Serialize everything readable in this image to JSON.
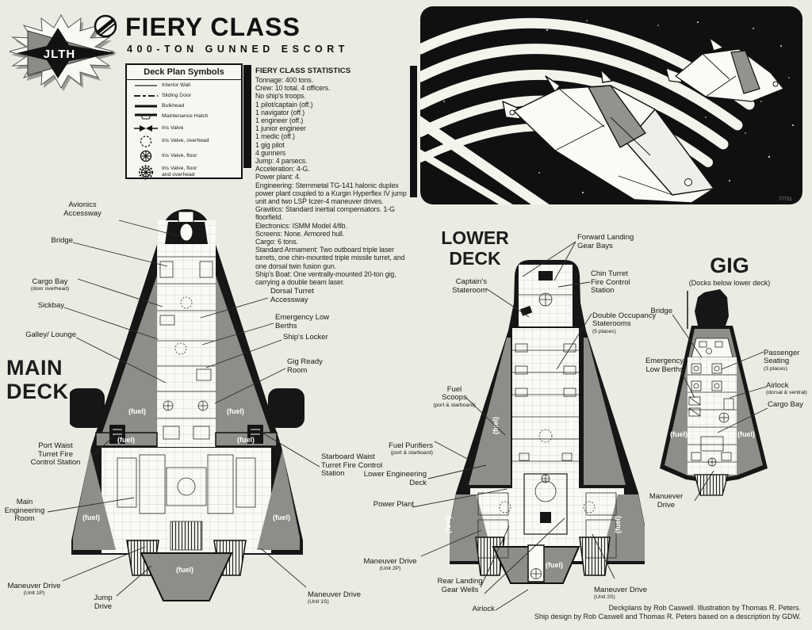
{
  "header": {
    "title": "FIERY CLASS",
    "subtitle": "400-TON GUNNED ESCORT",
    "logo_glyphs": "JLTH"
  },
  "legend": {
    "title": "Deck Plan Symbols",
    "items": [
      {
        "icon": "interior-wall-symbol",
        "label": "Interior Wall"
      },
      {
        "icon": "sliding-door-symbol",
        "label": "Sliding Door"
      },
      {
        "icon": "bulkhead-symbol",
        "label": "Bulkhead"
      },
      {
        "icon": "maintenance-hatch-symbol",
        "label": "Maintenance Hatch"
      },
      {
        "icon": "iris-valve-symbol",
        "label": "Iris Valve"
      },
      {
        "icon": "iris-valve-overhead-symbol",
        "label": "Iris Valve, overhead"
      },
      {
        "icon": "iris-valve-floor-symbol",
        "label": "Iris Valve, floor"
      },
      {
        "icon": "iris-valve-floor-overhead-symbol",
        "label": "Iris Valve, floor\nand overhead"
      }
    ]
  },
  "stats": {
    "title": "FIERY CLASS STATISTICS",
    "body": "Tonnage: 400 tons.\nCrew: 10 total. 4 officers.\nNo ship's troops.\n 1 pilot/captain (off.)\n 1 navigator (off.)\n 1 engineer (off.)\n 1 junior engineer\n 1 medic (off.)\n 1 gig pilot\n 4 gunners\nJump: 4 parsecs.\nAcceleration: 4-G.\nPower plant: 4.\nEngineering: Sternmetal TG-141 halonic duplex power plant coupled to a Kurgin Hyperflex IV jump unit and two LSP Iczer-4 maneuver drives.\nGravitics: Standard inertial compensators. 1-G floorfield.\nElectronics: ISMM Model 4/fib.\nScreens: None. Armored hull.\nCargo: 6 tons.\nStandard Armament: Two outboard triple laser turrets, one chin-mounted triple missile turret, and one dorsal twin fusion gun.\nShip's Boat: One ventrally-mounted 20-ton gig, carrying a double beam laser."
  },
  "illustration": {
    "signature": "77731"
  },
  "colors": {
    "paper": "#ecebe3",
    "ink": "#111111",
    "fuel_grey": "#8e8d89"
  },
  "main_deck": {
    "heading": "MAIN\nDECK",
    "fuel_label": "(fuel)",
    "labels": {
      "avionics": {
        "text": "Avionics\nAccessway"
      },
      "bridge": {
        "text": "Bridge"
      },
      "cargo_bay": {
        "text": "Cargo Bay",
        "sub": "(door overhead)"
      },
      "sickbay": {
        "text": "Sickbay"
      },
      "galley": {
        "text": "Galley/ Lounge"
      },
      "port_waist": {
        "text": "Port Waist\nTurret Fire\nControl Station"
      },
      "main_engineering": {
        "text": "Main\nEngineering\nRoom"
      },
      "maneuver_1p": {
        "text": "Maneuver Drive",
        "sub": "(Unit 1P)"
      },
      "jump_drive": {
        "text": "Jump\nDrive"
      },
      "dorsal_turret": {
        "text": "Dorsal Turret\nAccessway"
      },
      "emergency_low_berths": {
        "text": "Emergency Low\nBerths"
      },
      "ships_locker": {
        "text": "Ship's Locker"
      },
      "gig_ready": {
        "text": "Gig Ready\nRoom"
      },
      "starboard_waist": {
        "text": "Starboard Waist\nTurret Fire Control\nStation"
      },
      "maneuver_1s": {
        "text": "Maneuver Drive",
        "sub": "(Unit 1S)"
      }
    }
  },
  "lower_deck": {
    "heading": "LOWER\nDECK",
    "fuel_label": "(fuel)",
    "labels": {
      "captains_stateroom": {
        "text": "Captain's\nStateroom"
      },
      "fuel_scoops": {
        "text": "Fuel\nScoops",
        "sub": "(port & starboard)"
      },
      "fuel_purifiers": {
        "text": "Fuel Purifiers",
        "sub": "(port & starboard)"
      },
      "lower_engineering": {
        "text": "Lower Engineering\nDeck"
      },
      "power_plant": {
        "text": "Power Plant"
      },
      "maneuver_2p": {
        "text": "Maneuver Drive",
        "sub": "(Unit 2P)"
      },
      "rear_landing": {
        "text": "Rear Landing\nGear Wells"
      },
      "airlock": {
        "text": "Airlock"
      },
      "forward_landing": {
        "text": "Forward Landing\nGear Bays"
      },
      "chin_turret": {
        "text": "Chin Turret\nFire Control\nStation"
      },
      "double_occupancy": {
        "text": "Double Occupancy\nStaterooms",
        "sub": "(5 places)"
      },
      "maneuver_2s": {
        "text": "Maneuver Drive",
        "sub": "(Unit 2S)"
      }
    }
  },
  "gig": {
    "heading": "GIG",
    "subheading": "(Docks below lower deck)",
    "fuel_label": "(fuel)",
    "labels": {
      "bridge": {
        "text": "Bridge"
      },
      "emergency_low_berths": {
        "text": "Emergency\nLow Berths"
      },
      "passenger_seating": {
        "text": "Passenger\nSeating",
        "sub": "(3 places)"
      },
      "airlock": {
        "text": "Airlock",
        "sub": "(dorsal & ventral)"
      },
      "cargo_bay": {
        "text": "Cargo Bay"
      },
      "manuever_drive": {
        "text": "Manuever\nDrive"
      }
    }
  },
  "credits": {
    "line1": "Deckplans by Rob Caswell. Illustration by Thomas R. Peters.",
    "line2": "Ship design by Rob Caswell and Thomas R. Peters based on a description by GDW."
  }
}
